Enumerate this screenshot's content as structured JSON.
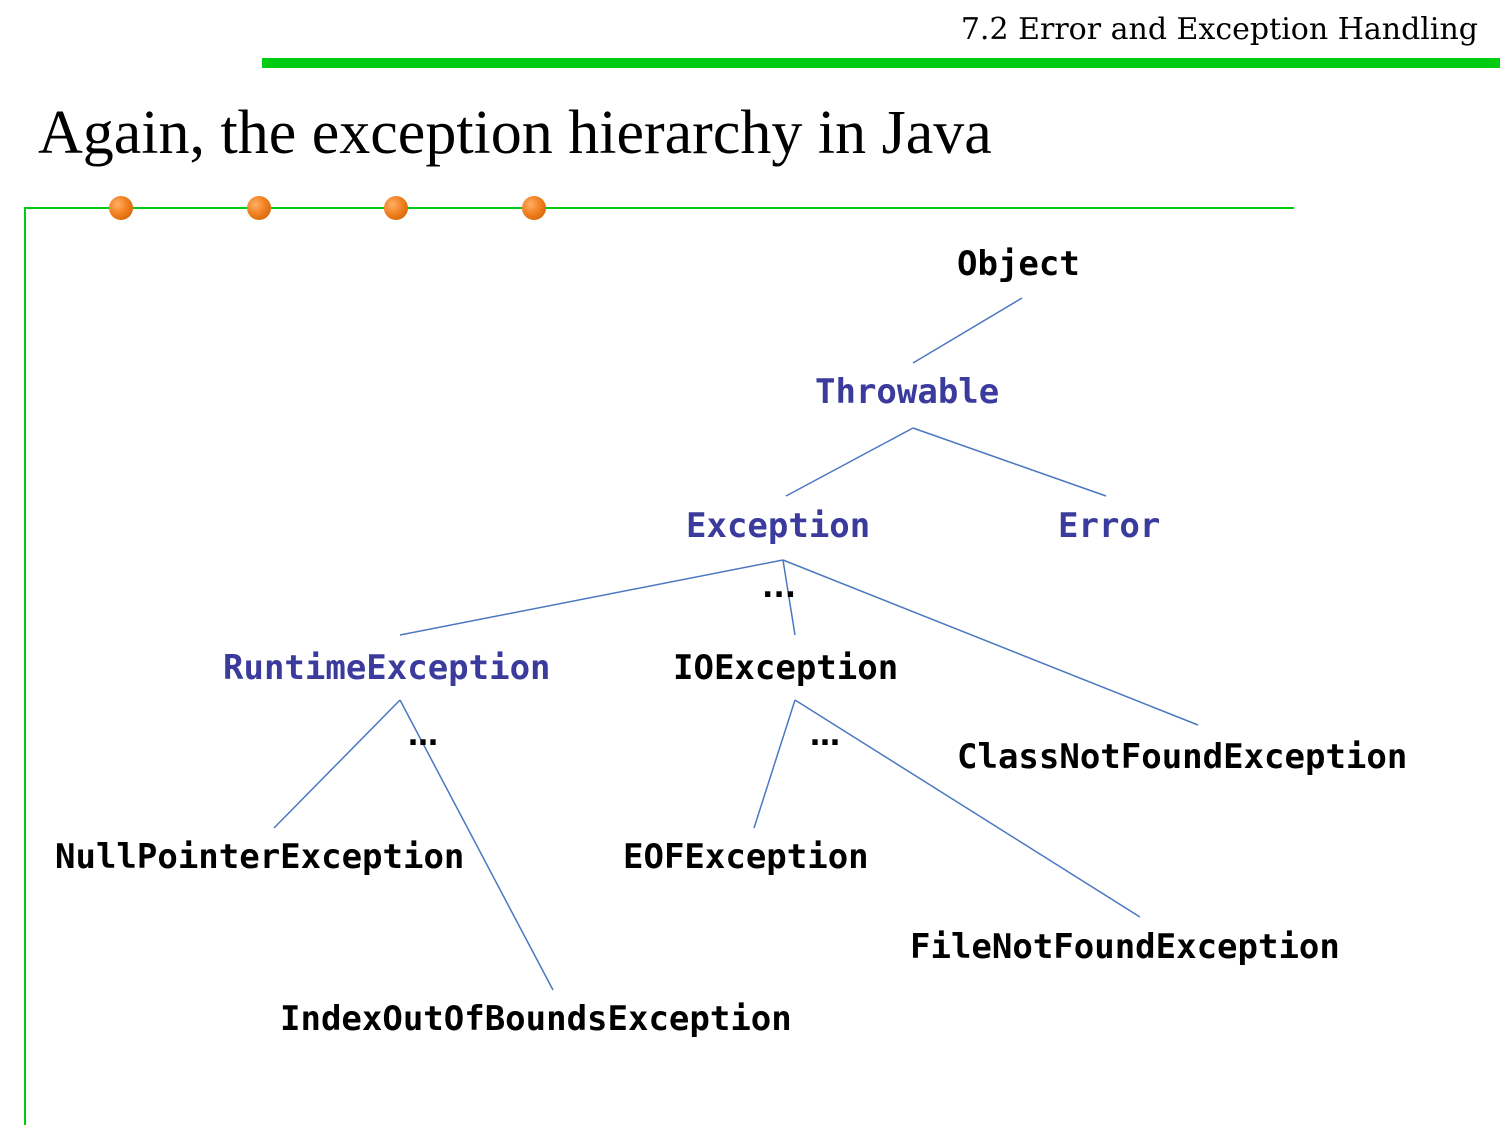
{
  "header": {
    "section_title": "7.2 Error and Exception Handling",
    "page_title": "Again, the exception hierarchy in Java"
  },
  "colors": {
    "accent_green": "#00cc11",
    "bullet_orange": "#f08020",
    "node_blue": "#3b3b9e",
    "edge_blue": "#4a78c0"
  },
  "diagram": {
    "nodes": {
      "object": "Object",
      "throwable": "Throwable",
      "exception": "Exception",
      "error": "Error",
      "runtime_exception": "RuntimeException",
      "io_exception": "IOException",
      "class_not_found_exception": "ClassNotFoundException",
      "null_pointer_exception": "NullPointerException",
      "eof_exception": "EOFException",
      "file_not_found_exception": "FileNotFoundException",
      "index_out_of_bounds_exception": "IndexOutOfBoundsException"
    },
    "ellipses": {
      "exception_children": "...",
      "runtime_children": "…",
      "io_children": "…"
    }
  }
}
